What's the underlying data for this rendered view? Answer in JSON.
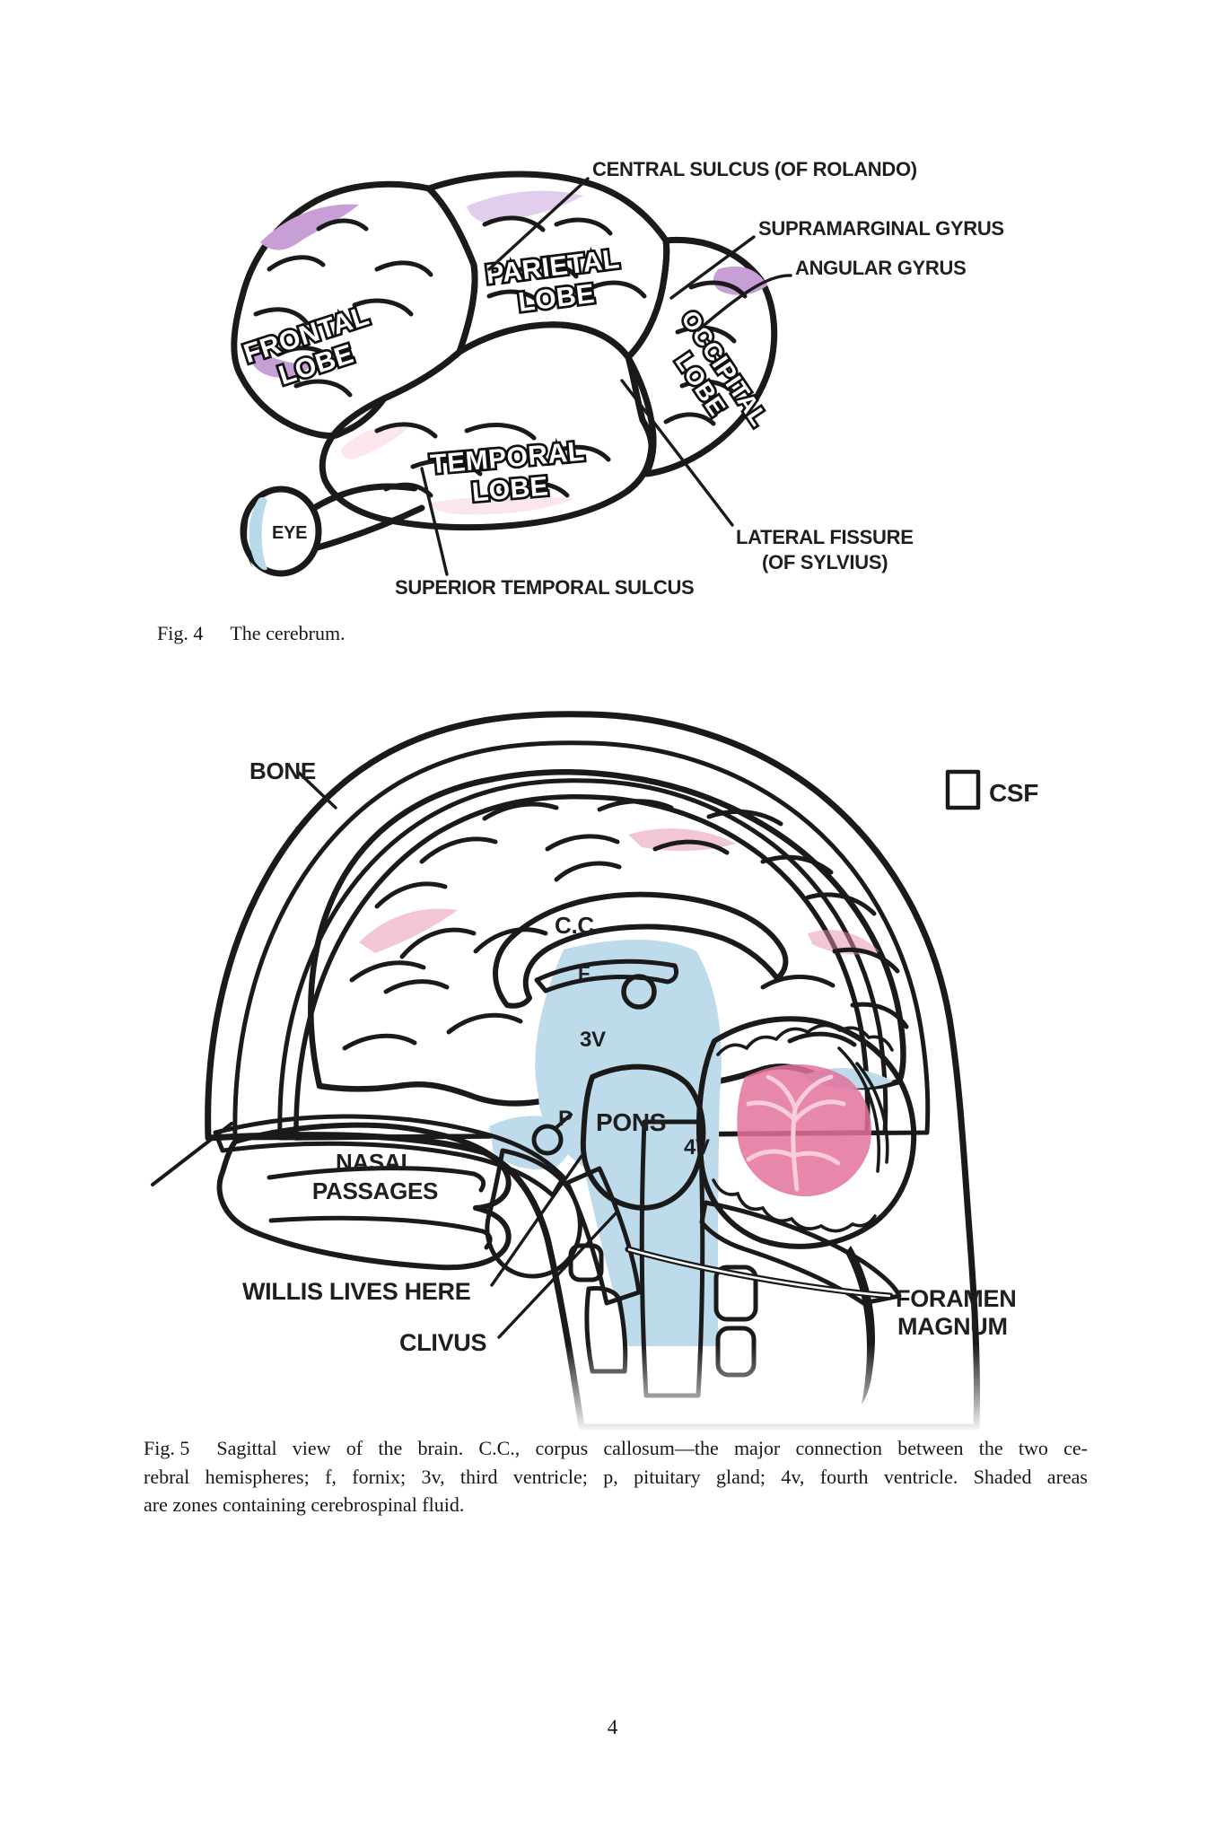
{
  "page": {
    "number": "4",
    "background": "#ffffff"
  },
  "fig4": {
    "caption": {
      "label": "Fig. 4",
      "text": "The cerebrum."
    },
    "lobes": {
      "frontal1": "FRONTAL",
      "frontal2": "LOBE",
      "parietal1": "PARIETAL",
      "parietal2": "LOBE",
      "temporal1": "TEMPORAL",
      "temporal2": "LOBE",
      "occipital1": "OCCIPITAL",
      "occipital2": "LOBE"
    },
    "callouts": {
      "central_sulcus": "CENTRAL SULCUS (OF ROLANDO)",
      "supramarginal_gyrus": "SUPRAMARGINAL GYRUS",
      "angular_gyrus": "ANGULAR GYRUS",
      "lateral_fissure_1": "LATERAL FISSURE",
      "lateral_fissure_2": "(OF SYLVIUS)",
      "superior_temporal_sulcus": "SUPERIOR TEMPORAL SULCUS",
      "eye": "EYE"
    },
    "colors": {
      "frontal": "#9d68ae",
      "frontal_light": "#c79fd6",
      "parietal": "#cfafdb",
      "parietal_light": "#e3cded",
      "temporal": "#f7cfe0",
      "temporal_light": "#fbe6ef",
      "occipital": "#9d68ae",
      "iris": "#b8d9ea",
      "outline": "#1a1a1a"
    }
  },
  "fig5": {
    "labels": {
      "bone": "BONE",
      "csf": "CSF",
      "corpus_callosum": "C.C.",
      "fornix": "F",
      "third_ventricle": "3V",
      "pituitary": "P",
      "pons": "PONS",
      "fourth_ventricle": "4V",
      "nasal_1": "NASAL",
      "nasal_2": "PASSAGES",
      "willis": "WILLIS LIVES HERE",
      "clivus": "CLIVUS",
      "foramen_1": "FORAMEN",
      "foramen_2": "MAGNUM"
    },
    "caption": {
      "label": "Fig. 5",
      "lines": [
        "Sagittal view of the brain. C.C., corpus callosum—the major connection between the two ce-",
        "rebral hemispheres; f, fornix; 3v, third ventricle; p, pituitary gland; 4v, fourth ventricle. Shaded areas",
        "are zones containing cerebrospinal fluid."
      ]
    },
    "colors": {
      "bone": "#f5d9a0",
      "marrow": "#faf0d2",
      "csf": "#bedbeb",
      "brain": "#f1a5bf",
      "brain_light": "#f7cbd8",
      "cerebellum_core": "#e2729c",
      "outline": "#1a1a1a"
    }
  }
}
